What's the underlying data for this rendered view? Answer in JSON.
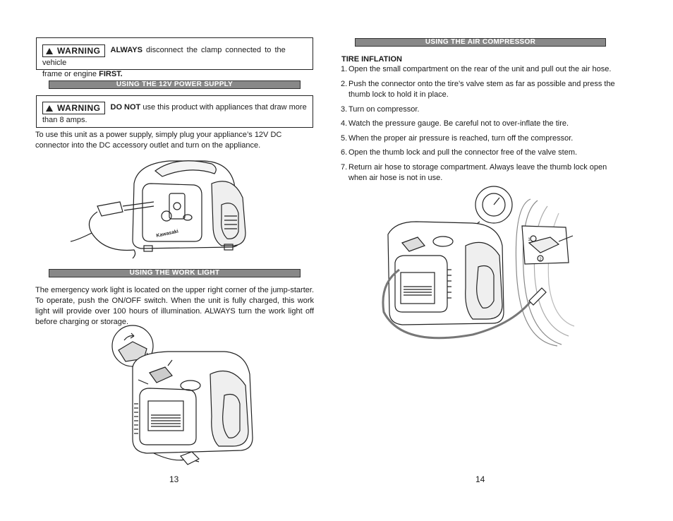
{
  "left_page": {
    "warning1": {
      "label": "WARNING",
      "bold_lead": "ALWAYS",
      "text": " disconnect the clamp connected to the vehicle",
      "line2_prefix": "frame or engine ",
      "line2_bold": "FIRST."
    },
    "section_power": "USING THE 12V POWER SUPPLY",
    "warning2": {
      "label": "WARNING",
      "bold_lead": "DO NOT",
      "text": " use this product with appliances that draw more",
      "line2": "than 8 amps."
    },
    "power_para": "To use this unit as a power supply, simply plug your appliance’s 12V DC connector into the DC accessory outlet and turn on the appliance.",
    "device_brand": "Kawasaki",
    "section_light": "USING THE WORK LIGHT",
    "light_para": "The emergency work light is located on the upper right corner of the jump-starter. To operate, push the ON/OFF switch. When the unit is fully charged, this work light will provide over 100 hours of illumination. ALWAYS turn the work light off before charging or storage.",
    "page_number": "13"
  },
  "right_page": {
    "section_compressor": "USING THE AIR COMPRESSOR",
    "subheading": "TIRE INFLATION",
    "steps": [
      {
        "num": "1.",
        "text": "Open the small compartment on the rear of the unit and pull out the air hose."
      },
      {
        "num": "2.",
        "text": "Push the connector onto the tire’s valve stem as far as possible and press the thumb lock to hold it in place."
      },
      {
        "num": "3.",
        "text": "Turn on compressor."
      },
      {
        "num": "4.",
        "text": "Watch the pressure gauge. Be careful not to over-inflate the tire."
      },
      {
        "num": "5.",
        "text": "When the proper air pressure is reached, turn off the compressor."
      },
      {
        "num": "6.",
        "text": "Open the thumb lock and pull the connector free of the valve stem."
      },
      {
        "num": "7.",
        "text": "Return air hose to storage compartment. Always leave the thumb lock open when air hose is not in use."
      }
    ],
    "callout_numbers": [
      "1",
      "2"
    ],
    "page_number": "14"
  }
}
